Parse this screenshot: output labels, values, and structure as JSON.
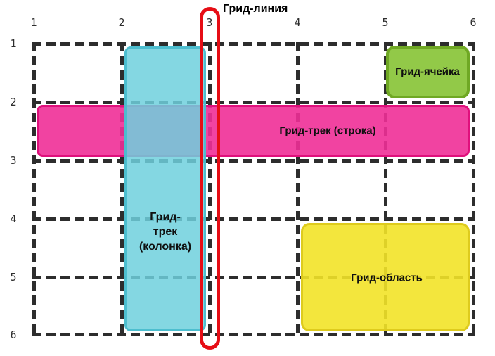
{
  "title": "Грид-линия",
  "column_line_numbers": [
    "1",
    "2",
    "3",
    "4",
    "5",
    "6"
  ],
  "row_line_numbers": [
    "1",
    "2",
    "3",
    "4",
    "5",
    "6"
  ],
  "shapes": {
    "row_track": {
      "label": "Грид-трек (строка)",
      "fill": "rgba(240, 47, 151, 0.9)",
      "border": "#e0107c"
    },
    "column_track": {
      "label": "Грид-\nтрек\n(колонка)",
      "fill": "rgba(110, 208, 221, 0.85)",
      "border": "rgba(72, 188, 205, 0.9)"
    },
    "grid_cell": {
      "label": "Грид-ячейка",
      "fill": "rgba(140, 198, 62, 0.95)",
      "border": "#6fa824"
    },
    "grid_area": {
      "label": "Грид-область",
      "fill": "rgba(242, 227, 40, 0.9)",
      "border": "#decb1d"
    },
    "grid_line_highlight": {
      "stroke": "#e60d15"
    }
  }
}
